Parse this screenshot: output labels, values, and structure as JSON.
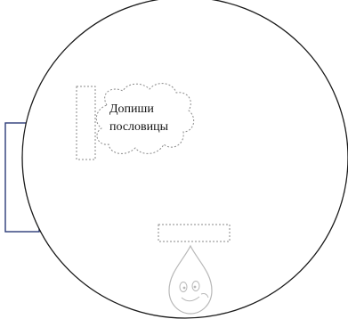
{
  "worksheet": {
    "cloud_caption": {
      "line1": "Допиши",
      "line2": "пословицы"
    },
    "colors": {
      "outline": "#1a1a1a",
      "side_tab": "#2a3a78",
      "dotted": "#8a8a8a",
      "droplet": "#b8b8b8"
    },
    "icons": {
      "mascot": "water-droplet-character-icon",
      "bubble": "thought-cloud"
    }
  }
}
